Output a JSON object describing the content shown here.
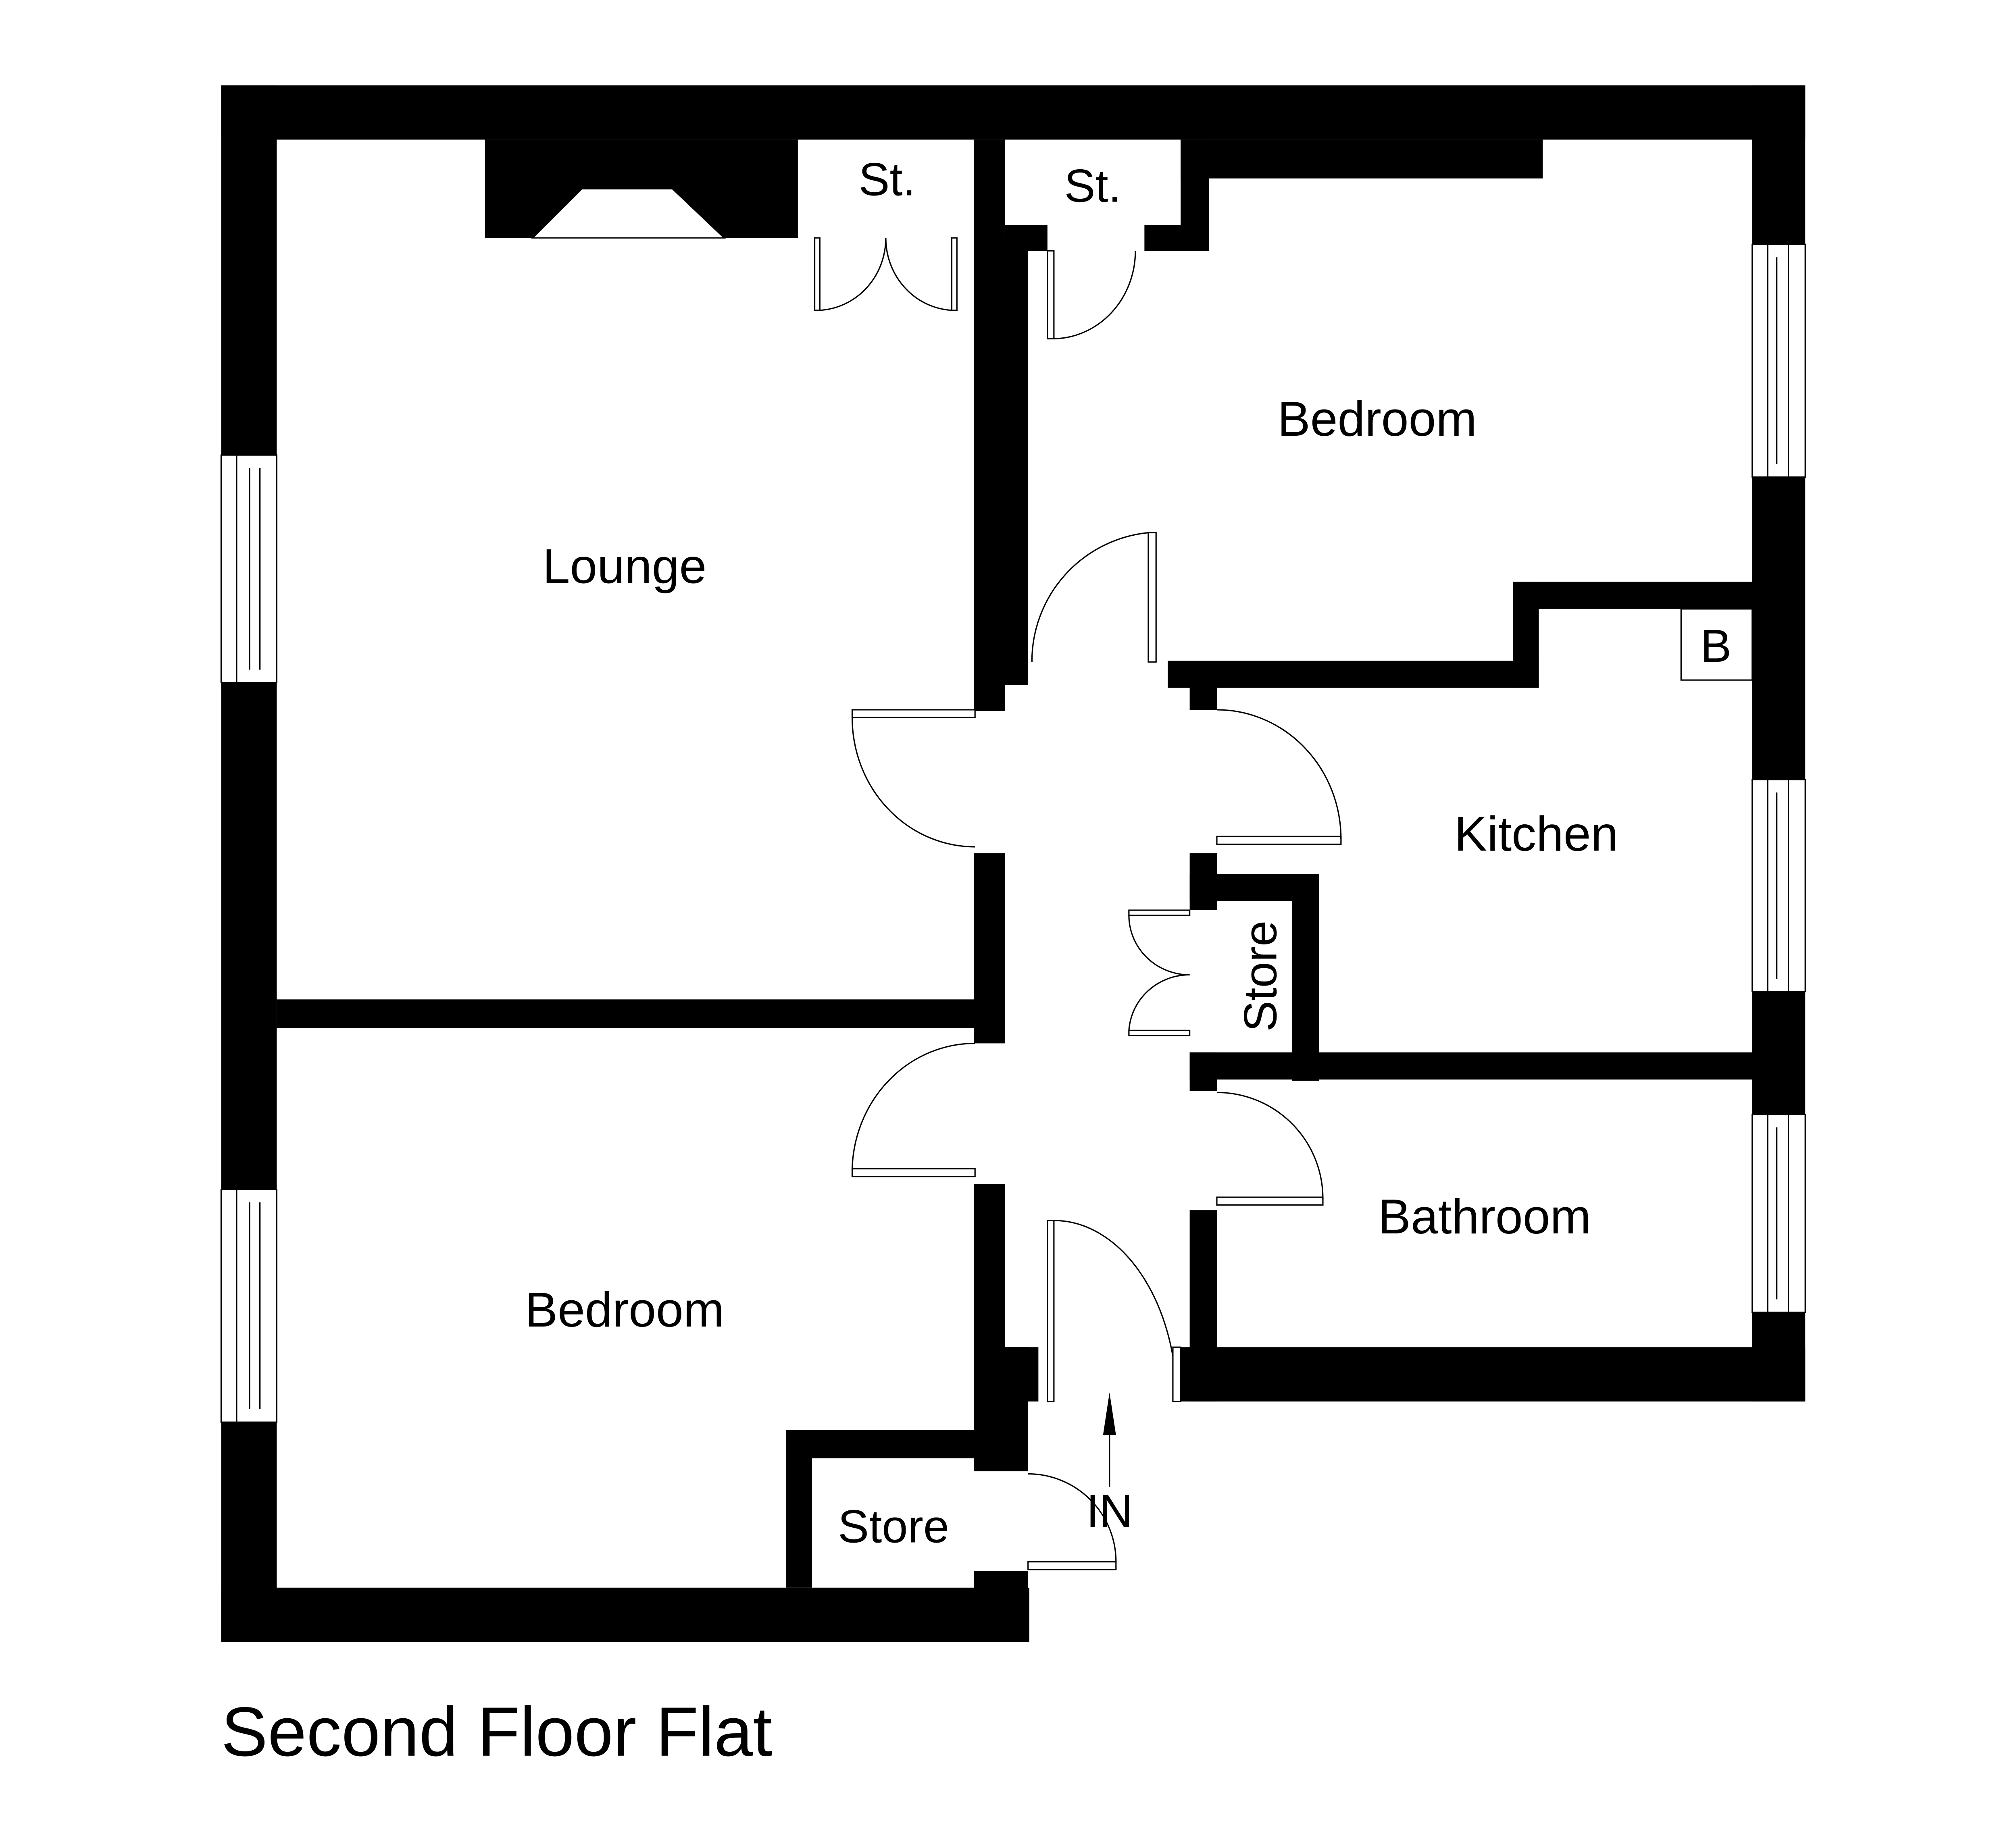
{
  "plan": {
    "title": "Second Floor Flat",
    "entrance_label": "IN",
    "colors": {
      "wall": "#000000",
      "background": "#ffffff"
    },
    "rooms": {
      "lounge": "Lounge",
      "bedroom_1": "Bedroom",
      "bedroom_2": "Bedroom",
      "kitchen": "Kitchen",
      "bathroom": "Bathroom",
      "store_hall": "Store",
      "store_entrance": "Store",
      "storage_lounge": "St.",
      "storage_bedroom": "St.",
      "boiler": "B"
    }
  }
}
